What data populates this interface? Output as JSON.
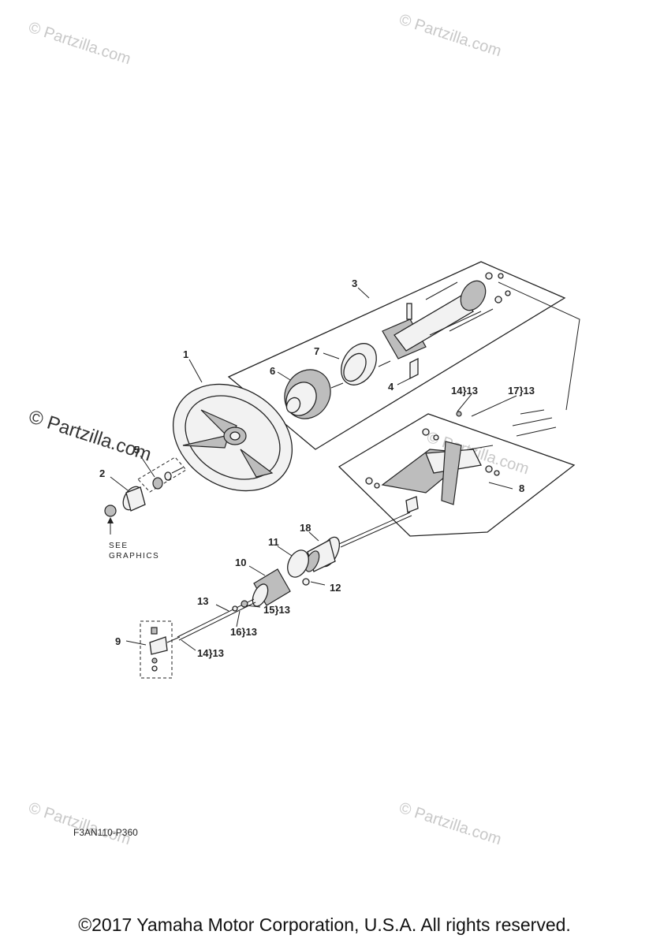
{
  "watermarks": {
    "top_left": "© Partzilla.com",
    "top_right": "© Partzilla.com",
    "middle_left": "© Partzilla.com",
    "middle_right": "© Partzilla.com",
    "bottom_left": "© Partzilla.com",
    "bottom_right": "© Partzilla.com"
  },
  "callouts": {
    "c1": "1",
    "c2": "2",
    "c3": "3",
    "c4": "4",
    "c5": "5",
    "c6": "6",
    "c7": "7",
    "c8": "8",
    "c9": "9",
    "c10": "10",
    "c11": "11",
    "c12": "12",
    "c13": "13",
    "c14a": "14}13",
    "c17": "17}13",
    "c15": "15}13",
    "c16": "16}13",
    "c14b": "14}13",
    "c18": "18"
  },
  "see_graphics": {
    "line1": "SEE",
    "line2": "GRAPHICS"
  },
  "diagram_code": "F3AN110-P360",
  "copyright": "©2017  Yamaha Motor Corporation, U.S.A. All rights reserved."
}
